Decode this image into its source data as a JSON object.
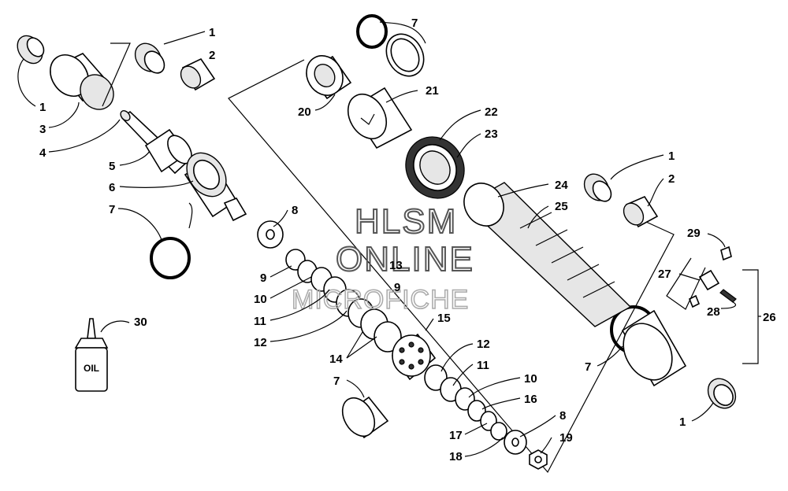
{
  "watermark": {
    "line1": "HLSM",
    "line2": "ONLINE",
    "line3": "MICROFICHE"
  },
  "oil_bottle_label": "OIL",
  "callouts": [
    {
      "id": "c1a",
      "text": "1"
    },
    {
      "id": "c2a",
      "text": "2"
    },
    {
      "id": "c1b",
      "text": "1"
    },
    {
      "id": "c3",
      "text": "3"
    },
    {
      "id": "c4",
      "text": "4"
    },
    {
      "id": "c5",
      "text": "5"
    },
    {
      "id": "c6",
      "text": "6"
    },
    {
      "id": "c7a",
      "text": "7"
    },
    {
      "id": "c8a",
      "text": "8"
    },
    {
      "id": "c9a",
      "text": "9"
    },
    {
      "id": "c10a",
      "text": "10"
    },
    {
      "id": "c11a",
      "text": "11"
    },
    {
      "id": "c12a",
      "text": "12"
    },
    {
      "id": "c13",
      "text": "13"
    },
    {
      "id": "c9b",
      "text": "9"
    },
    {
      "id": "c14",
      "text": "14"
    },
    {
      "id": "c15",
      "text": "15"
    },
    {
      "id": "c12b",
      "text": "12"
    },
    {
      "id": "c11b",
      "text": "11"
    },
    {
      "id": "c10b",
      "text": "10"
    },
    {
      "id": "c16",
      "text": "16"
    },
    {
      "id": "c17",
      "text": "17"
    },
    {
      "id": "c8b",
      "text": "8"
    },
    {
      "id": "c18",
      "text": "18"
    },
    {
      "id": "c19",
      "text": "19"
    },
    {
      "id": "c7b",
      "text": "7"
    },
    {
      "id": "c7c",
      "text": "7"
    },
    {
      "id": "c20",
      "text": "20"
    },
    {
      "id": "c21",
      "text": "21"
    },
    {
      "id": "c22",
      "text": "22"
    },
    {
      "id": "c23",
      "text": "23"
    },
    {
      "id": "c24",
      "text": "24"
    },
    {
      "id": "c25",
      "text": "25"
    },
    {
      "id": "c1c",
      "text": "1"
    },
    {
      "id": "c2b",
      "text": "2"
    },
    {
      "id": "c29",
      "text": "29"
    },
    {
      "id": "c27",
      "text": "27"
    },
    {
      "id": "c28",
      "text": "28"
    },
    {
      "id": "c26",
      "text": "26"
    },
    {
      "id": "c7d",
      "text": "7"
    },
    {
      "id": "c1d",
      "text": "1"
    },
    {
      "id": "c30",
      "text": "30"
    }
  ]
}
